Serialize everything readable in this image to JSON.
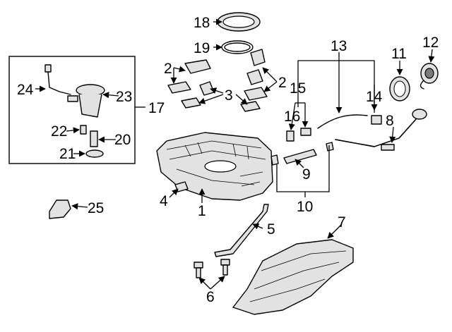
{
  "diagram": {
    "callouts": {
      "c1": "1",
      "c2a": "2",
      "c2b": "2",
      "c3": "3",
      "c4": "4",
      "c5": "5",
      "c6": "6",
      "c7": "7",
      "c8": "8",
      "c9": "9",
      "c10": "10",
      "c11": "11",
      "c12": "12",
      "c13": "13",
      "c14": "14",
      "c15": "15",
      "c16": "16",
      "c17": "17",
      "c18": "18",
      "c19": "19",
      "c20": "20",
      "c21": "21",
      "c22": "22",
      "c23": "23",
      "c24": "24",
      "c25": "25"
    }
  }
}
